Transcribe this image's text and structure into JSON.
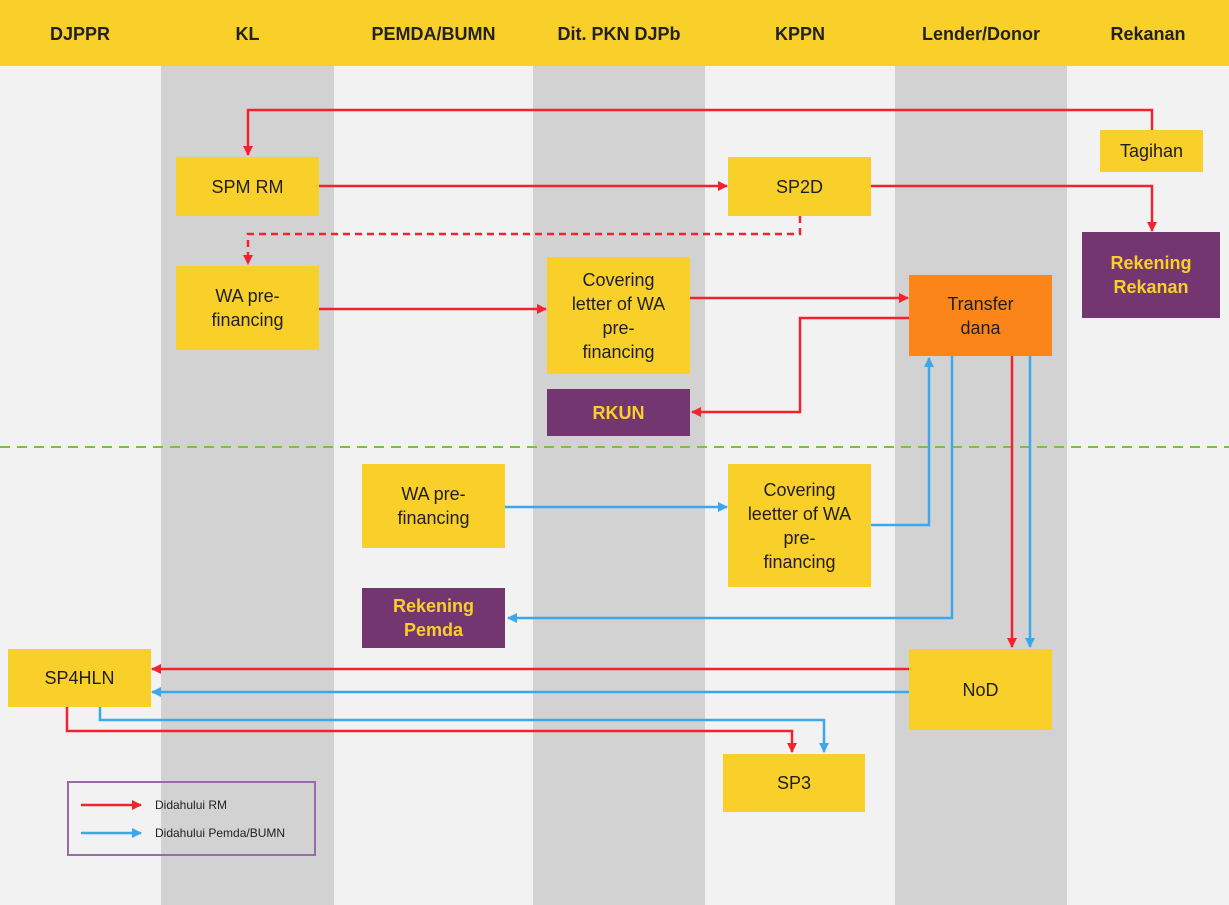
{
  "lanes": [
    "DJPPR",
    "KL",
    "PEMDA/BUMN",
    "Dit. PKN DJPb",
    "KPPN",
    "Lender/Donor",
    "Rekanan"
  ],
  "nodes": {
    "tagihan": "Tagihan",
    "spm_rm": "SPM RM",
    "sp2d": "SP2D",
    "rekening_rekanan": "Rekening\nRekanan",
    "wa_prefinancing_kl": "WA pre-\nfinancing",
    "covering_letter_pkn": "Covering\nletter of WA\npre-\nfinancing",
    "transfer_dana": "Transfer\ndana",
    "rkun": "RKUN",
    "wa_prefinancing_pemda": "WA pre-\nfinancing",
    "covering_leetter_kppn": "Covering\nleetter of WA\npre-\nfinancing",
    "rekening_pemda": "Rekening\nPemda",
    "sp4hln": "SP4HLN",
    "nod": "NoD",
    "sp3": "SP3"
  },
  "legend": [
    {
      "label": "Didahului RM",
      "color": "#f2232f"
    },
    {
      "label": "Didahului Pemda/BUMN",
      "color": "#3aa8ea"
    }
  ],
  "colors": {
    "header": "#f9cf2a",
    "box_yellow": "#f9cf2a",
    "box_purple": "#743670",
    "box_orange": "#fb8518",
    "red_flow": "#f2232f",
    "blue_flow": "#3aa8ea",
    "divider": "#7ac142",
    "lane_shade": "#d2d2d2"
  }
}
